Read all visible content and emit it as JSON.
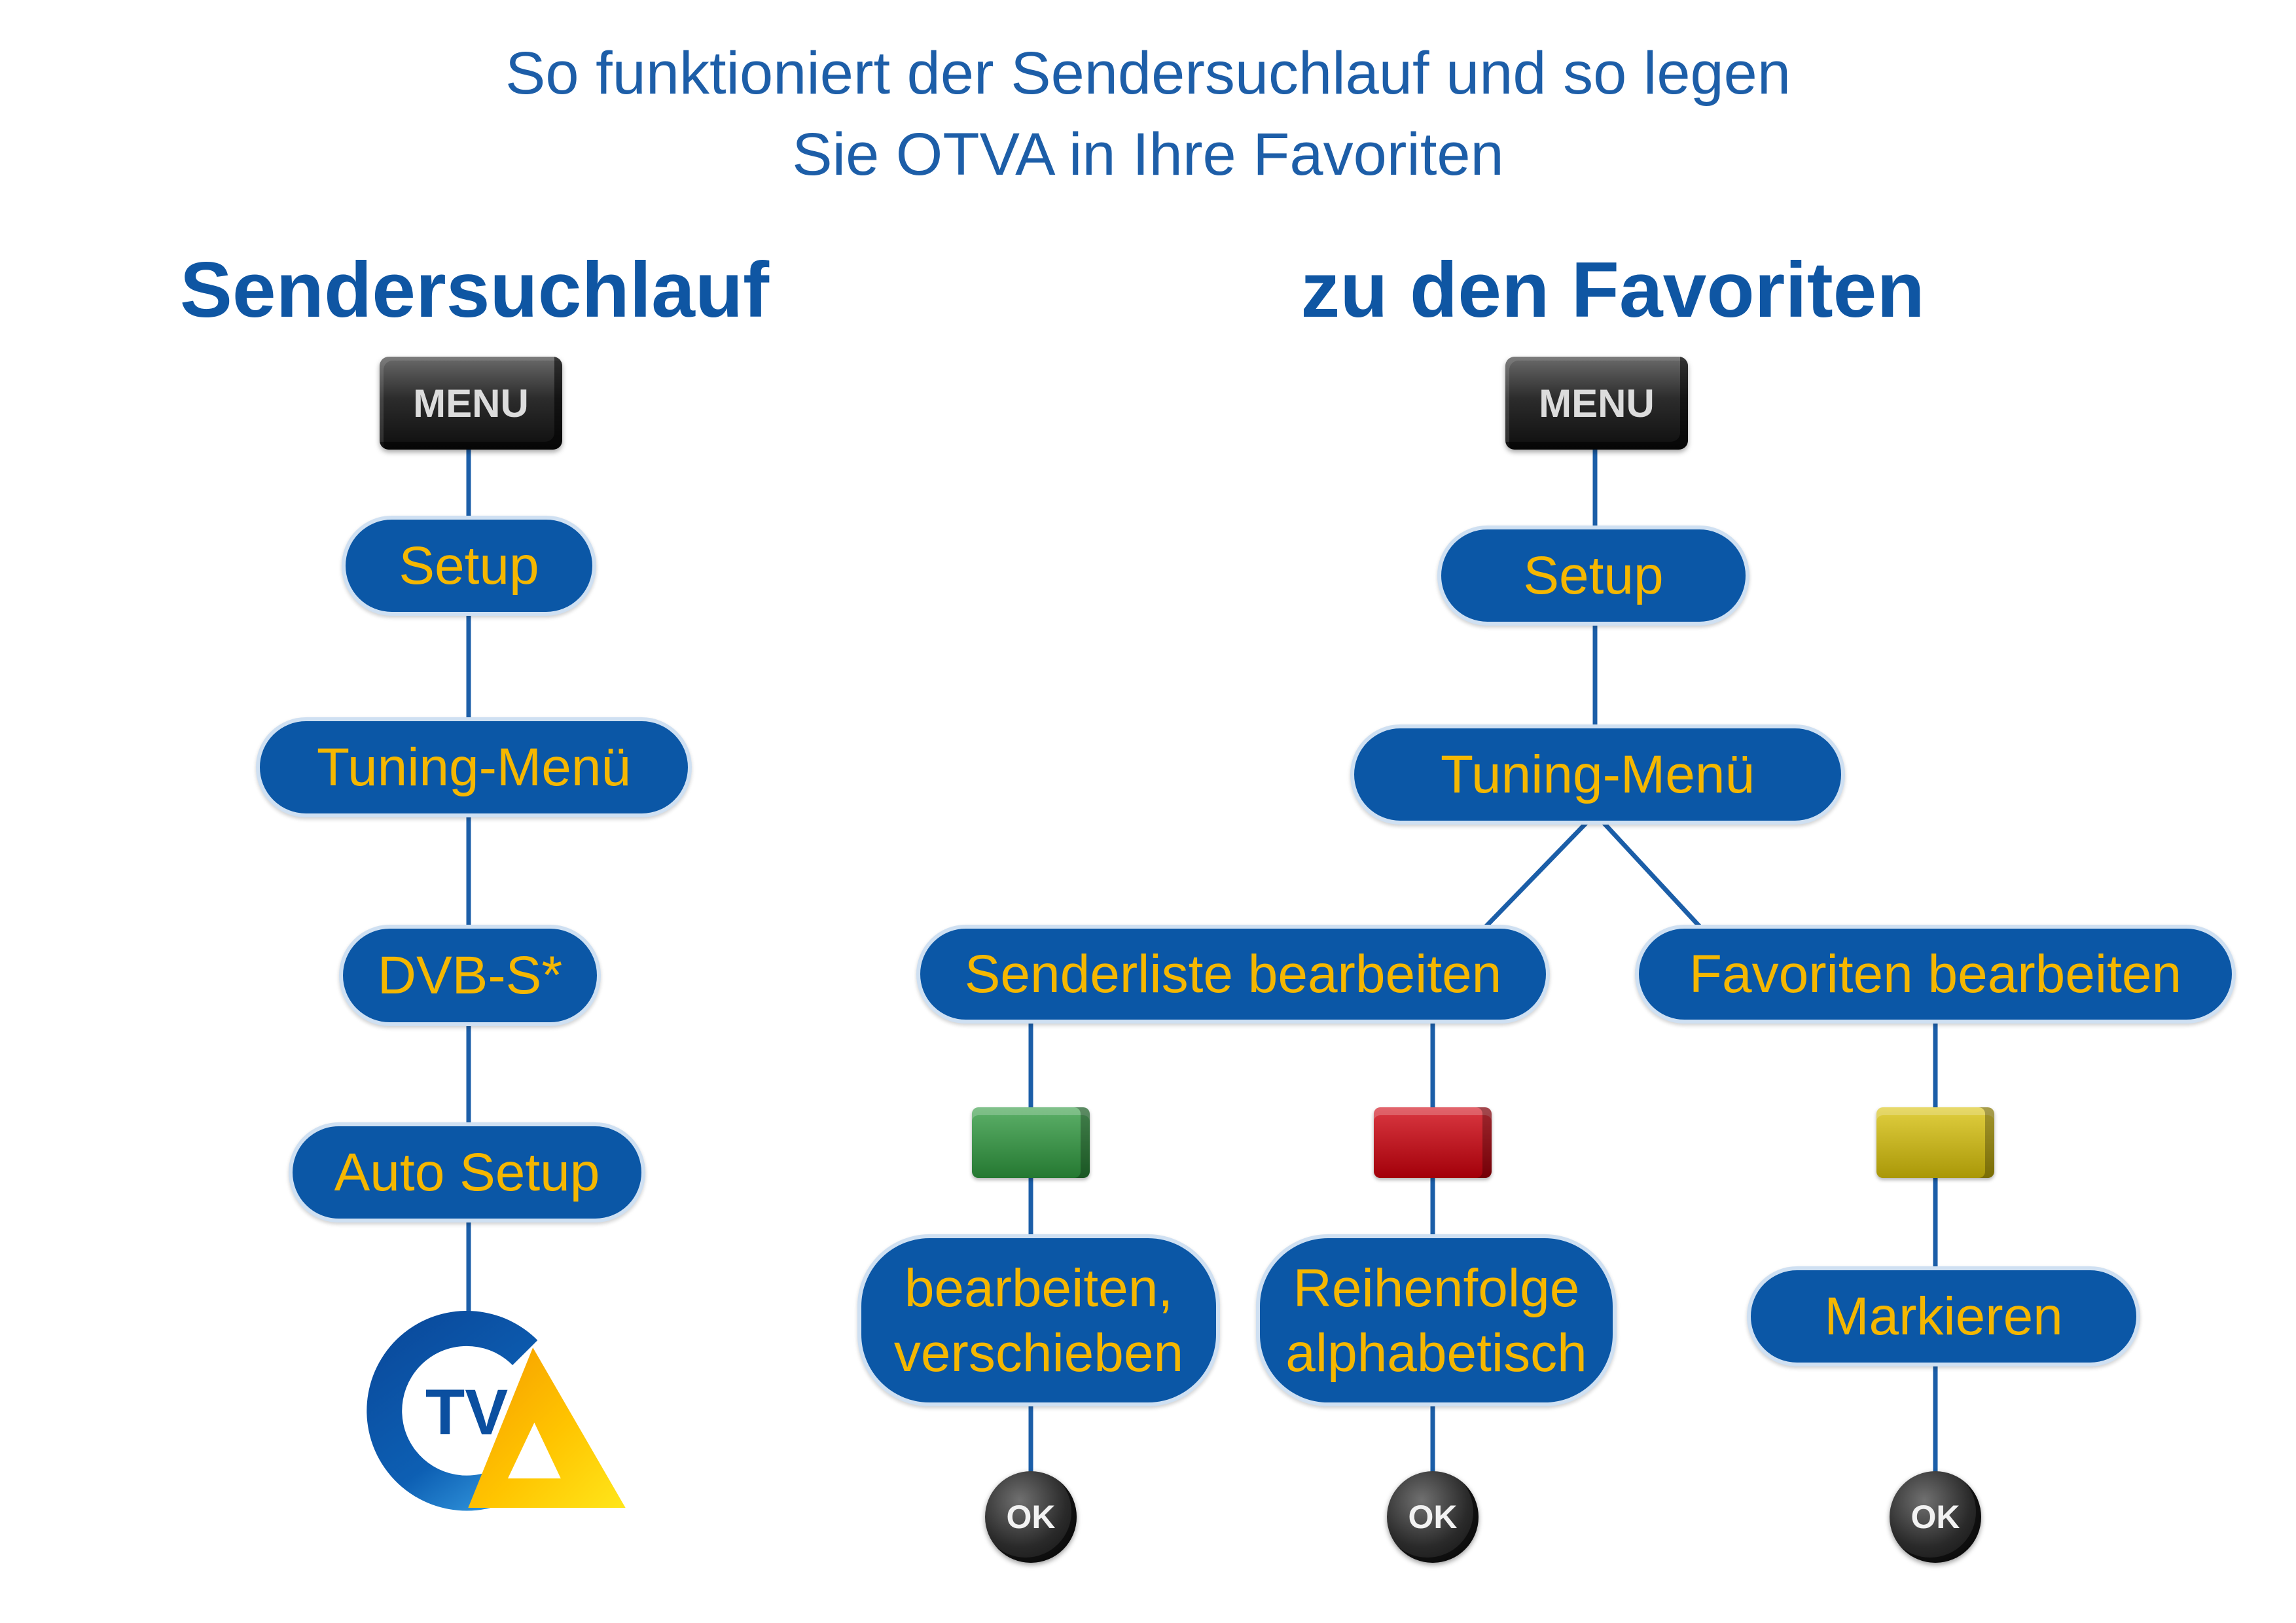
{
  "title": {
    "line1": "So funktioniert der Sendersuchlauf und so legen",
    "line2": "Sie OTVA in Ihre Favoriten"
  },
  "left": {
    "heading": "Sendersuchlauf",
    "menu_key": "MENU",
    "steps": [
      "Setup",
      "Tuning-Menü",
      "DVB-S*",
      "Auto Setup"
    ],
    "logo": {
      "icon": "otva-logo-icon",
      "text": "TV"
    }
  },
  "right": {
    "heading": "zu den Favoriten",
    "menu_key": "MENU",
    "setup": "Setup",
    "tuning": "Tuning-Menü",
    "branches": [
      {
        "label": "Senderliste bearbeiten"
      },
      {
        "label": "Favoriten bearbeiten"
      }
    ],
    "actions": [
      {
        "key_icon": "green-key-icon",
        "key_color": "#2f9a3f",
        "lines": [
          "bearbeiten,",
          "verschieben"
        ],
        "ok_key": "OK"
      },
      {
        "key_icon": "red-key-icon",
        "key_color": "#d0000c",
        "lines": [
          "Reihenfolge",
          "alphabetisch"
        ],
        "ok_key": "OK"
      },
      {
        "key_icon": "yellow-key-icon",
        "key_color": "#d9c20a",
        "lines": [
          "Markieren"
        ],
        "ok_key": "OK"
      }
    ]
  },
  "colors": {
    "title": "#1d5ea8",
    "heading": "#0f56a3",
    "pill_fill": "#0b57a6",
    "pill_text": "#f5b700",
    "connector": "#1b5ea8"
  }
}
